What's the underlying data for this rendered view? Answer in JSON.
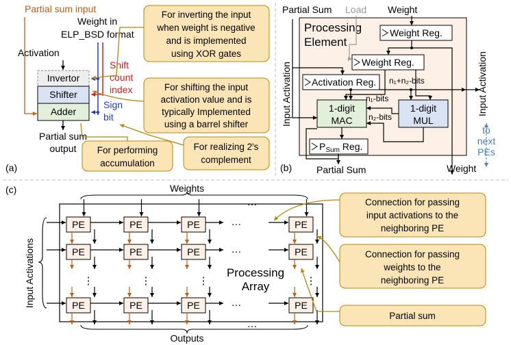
{
  "a": {
    "partial_sum_input": "Partial sum input",
    "weight_in": "Weight in",
    "elp_bsd": "ELP_BSD format",
    "activation": "Activation",
    "invertor": "Invertor",
    "shifter": "Shifter",
    "adder": "Adder",
    "shift_count_index": [
      "Shift",
      "count",
      "index"
    ],
    "sign_bit": [
      "Sign",
      "bit"
    ],
    "partial_sum_output": [
      "Partial sum",
      "output"
    ],
    "label": "(a)",
    "note_invert": [
      "For inverting the input",
      "when weight is negative",
      "and is implemented",
      "using XOR gates"
    ],
    "note_shift": [
      "For shifting the input",
      "activation value and is",
      "typically Implemented",
      "using a barrel shifter"
    ],
    "note_accum": [
      "For performing",
      "accumulation"
    ],
    "note_2c": [
      "For realizing 2's",
      "complement"
    ]
  },
  "b": {
    "partial_sum_top": "Partial Sum",
    "load": "Load",
    "weight_top": "Weight",
    "title": [
      "Processing",
      "Element"
    ],
    "weight_reg1": "Weight Reg.",
    "weight_reg2": "Weight Reg.",
    "activation_reg": "Activation Reg.",
    "n1n2": "n₁+n₂-bits",
    "n1": "n₁-bits",
    "n2": "n₂-bits",
    "mac": [
      "1-digit",
      "MAC"
    ],
    "mul": [
      "1-digit",
      "MUL"
    ],
    "psum_reg": "P",
    "psum_sub": "Sum",
    "psum_reg_tail": " Reg.",
    "input_activation_left": "Input Activation",
    "input_activation_right": "Input Activation",
    "partial_sum_bottom": "Partial Sum",
    "weight_bottom": "Weight",
    "to_next": [
      "to",
      "next",
      "PEs"
    ],
    "label": "(b)"
  },
  "c": {
    "label": "(c)",
    "weights": "Weights",
    "outputs": "Outputs",
    "input_activations": "Input Activations",
    "pe": "PE",
    "dots": "…",
    "vdots": "⋮",
    "array": [
      "Processing",
      "Array"
    ],
    "note_act": [
      "Connection for passing",
      "input activations to the",
      "neighboring PE"
    ],
    "note_w": [
      "Connection for passing",
      "weights to the",
      "neighboring PE"
    ],
    "note_ps": "Partial sum"
  },
  "colors": {
    "note_fill": "#fbe5b6",
    "note_stroke": "#b8860b",
    "pe_fill": "#fdf0e6",
    "invertor_fill": "#eeeeee",
    "shifter_fill": "#dae3f3",
    "adder_fill": "#e2efda",
    "orange": "#c55a11",
    "blue": "#1f3bd6",
    "red": "#d81b1b",
    "gold": "#b8860b",
    "gray": "#999999",
    "light_blue": "#4a7fc1"
  }
}
